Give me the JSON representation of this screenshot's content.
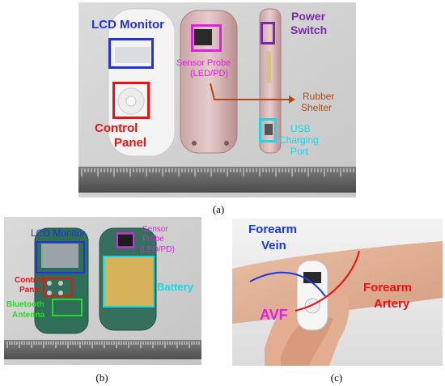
{
  "colors": {
    "lcd": "#2233dd",
    "sensor": "#e020e0",
    "power": "#7a2aa8",
    "rubber": "#b04a10",
    "usb": "#18d8e8",
    "control": "#ee1111",
    "battery": "#18d8e8",
    "bluetooth": "#22dd22",
    "vein": "#1a3ad8",
    "artery": "#ee1111",
    "avf": "#e020e0"
  },
  "panel_a": {
    "caption": "(a)",
    "lcd_monitor": "LCD Monitor",
    "control_panel_1": "Control",
    "control_panel_2": "Panel",
    "sensor_probe_1": "Sensor Probe",
    "sensor_probe_2": "(LED/PD)",
    "power_switch_1": "Power",
    "power_switch_2": "Switch",
    "rubber_shelter_1": "Rubber",
    "rubber_shelter_2": "Shelter",
    "usb_port_1": "USB",
    "usb_port_2": "Charging",
    "usb_port_3": "Port"
  },
  "panel_b": {
    "caption": "(b)",
    "lcd_monitor": "LCD Monitor",
    "control_panel_1": "Control",
    "control_panel_2": "Panel",
    "bluetooth_1": "Bluetooth",
    "bluetooth_2": "Antenna",
    "sensor_probe_1": "Sensor",
    "sensor_probe_2": "Probe",
    "sensor_probe_3": "(LED/PD)",
    "battery": "Battery"
  },
  "panel_c": {
    "caption": "(c)",
    "forearm_vein_1": "Forearm",
    "forearm_vein_2": "Vein",
    "forearm_artery_1": "Forearm",
    "forearm_artery_2": "Artery",
    "avf": "AVF"
  }
}
